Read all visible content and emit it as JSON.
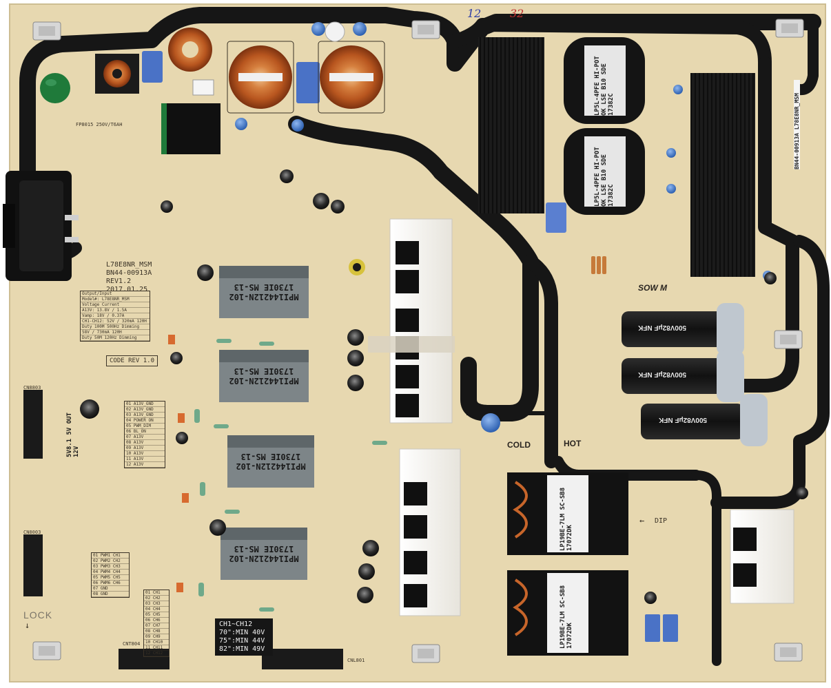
{
  "board": {
    "model": "L78E8NR_MSM",
    "part_number": "BN44-00913A",
    "revision": "REV1.2",
    "date": "2017.01.25",
    "code_rev": "CODE REV 1.0",
    "brand": "SOW M",
    "cold_label": "COLD",
    "hot_label": "HOT",
    "dip_label": "DIP",
    "lock_label": "LOCK",
    "fuse_label": "FP8015 250V/T6AH"
  },
  "handwriting": {
    "mark_left": "12",
    "mark_right": "32"
  },
  "transformers": [
    {
      "line1": "MPI144212N-102",
      "line2": "1730IE  MS-13"
    },
    {
      "line1": "MPI144212N-102",
      "line2": "1730IE  MS-13"
    },
    {
      "line1": "MPI144212N-102",
      "line2": "1730IE  MS-13"
    },
    {
      "line1": "MPI144212N-102",
      "line2": "1730IE  MS-13"
    }
  ],
  "big_transformers": [
    {
      "line1": "LP5L-4PFE HI-POT OK",
      "line2": "LSE B10 SDE 17382C"
    },
    {
      "line1": "LP5L-4PFE HI-POT OK",
      "line2": "LSE B10 SDE 17382C"
    }
  ],
  "bottom_transformers": [
    {
      "line1": "LP19BE-7LM",
      "line2": "SC-SB8 17072DK"
    },
    {
      "line1": "LP19BE-7LM",
      "line2": "SC-SB8 17072DK"
    }
  ],
  "capacitors": [
    {
      "text": "500V82μF NFK"
    },
    {
      "text": "500V82μF NFK"
    },
    {
      "text": "500V82μF NFK"
    }
  ],
  "spec_box": {
    "lines": [
      "CH1~CH12",
      "70\":MIN 40V",
      "75\":MIN 44V",
      "82\":MIN 49V"
    ]
  },
  "info_table": {
    "rows": [
      "Output/Input",
      "Model#: L78E8NR_MSM",
      "Voltage Current",
      "A13V: 13.8V / 1.5A",
      "Vamp: 18V / 0.37A",
      "CH1-CH12: 52V / 320mA 120H",
      "Duty 100M 500Hz Dimming",
      "58V / 730mA 120H",
      "Duty 50M 120Hz Dimming"
    ]
  },
  "pin_table_1": {
    "rows": [
      "01 A13V_GND",
      "02 A13V_GND",
      "03 A13V_GND",
      "04 POWER ON",
      "05 PWM_DIM",
      "06 BL_ON",
      "07 A13V",
      "08 A13V",
      "09 A13V",
      "10 A13V",
      "11 A13V",
      "12 A13V"
    ]
  },
  "pin_table_2": {
    "rows": [
      "01 PWM1 CH1",
      "02 PWM2 CH2",
      "03 PWM3 CH3",
      "04 PWM4 CH4",
      "05 PWM5 CH5",
      "06 PWM6 CH6",
      "07 GND",
      "08 GND"
    ]
  },
  "pin_table_3": {
    "rows": [
      "01 CH1",
      "02 CH2",
      "03 CH3",
      "04 CH4",
      "05 CH5",
      "06 CH6",
      "07 CH7",
      "08 CH8",
      "09 CH9",
      "10 CH10",
      "11 CH11",
      "12 CH12"
    ]
  },
  "connectors": {
    "cn8803": "CN8803",
    "cn8003": "CN8003",
    "cnt804": "CNT804",
    "cnl801": "CNL801"
  },
  "side_labels": {
    "vertical_left": "5V8.1 5V OUT 12V",
    "vertical_right": "BN44-00913A L78E8NR_MSM"
  },
  "colors": {
    "board": "#e6d7ae",
    "trace": "#161616",
    "heatsink": "#181818",
    "bracket": "#f3f1ec",
    "mosfet": "#101010",
    "orange_copper": "#c7652a",
    "blue_cap": "#3d74c4",
    "green_varistor": "#1f7a3a"
  }
}
